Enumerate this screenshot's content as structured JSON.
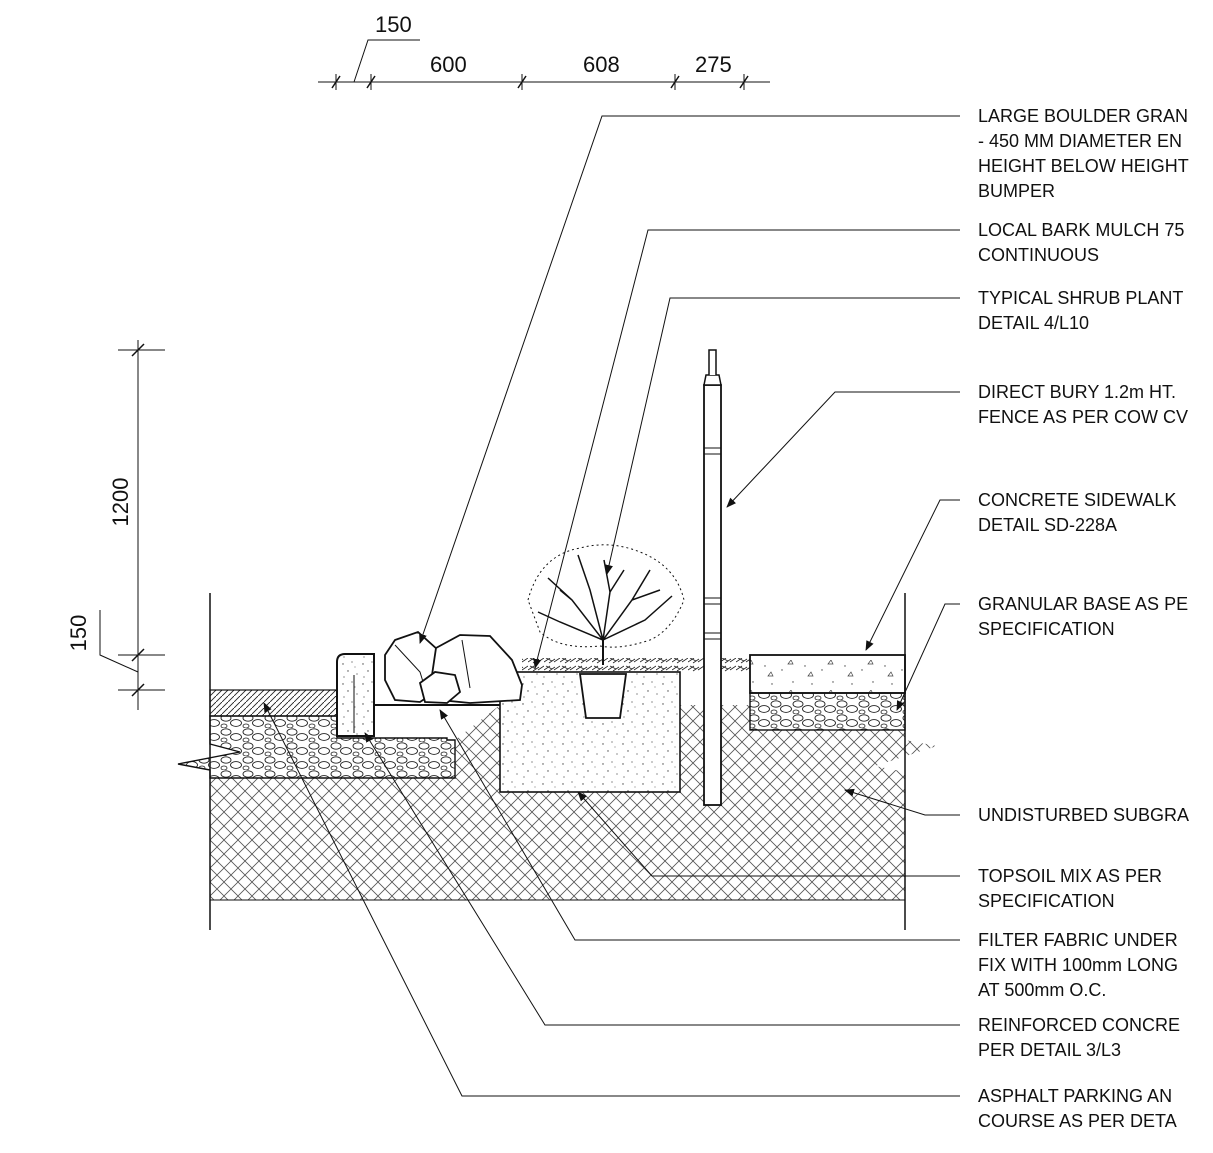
{
  "dimensions": {
    "top": [
      "150",
      "600",
      "608",
      "275"
    ],
    "height": "1200",
    "curb_height": "150"
  },
  "labels": [
    {
      "id": "boulder",
      "lines": [
        "LARGE BOULDER GRAN",
        "- 450 MM DIAMETER EN",
        "HEIGHT BELOW HEIGHT",
        "BUMPER"
      ]
    },
    {
      "id": "mulch",
      "lines": [
        "LOCAL BARK MULCH 75",
        "CONTINUOUS"
      ]
    },
    {
      "id": "shrub",
      "lines": [
        "TYPICAL SHRUB PLANT",
        "DETAIL 4/L10"
      ]
    },
    {
      "id": "fence",
      "lines": [
        "DIRECT BURY 1.2m HT.",
        "FENCE AS PER COW CV"
      ]
    },
    {
      "id": "sidewalk",
      "lines": [
        "CONCRETE SIDEWALK",
        "DETAIL SD-228A"
      ]
    },
    {
      "id": "granular",
      "lines": [
        "GRANULAR BASE AS PE",
        "SPECIFICATION"
      ]
    },
    {
      "id": "subgrade",
      "lines": [
        "UNDISTURBED SUBGRA"
      ]
    },
    {
      "id": "topsoil",
      "lines": [
        "TOPSOIL MIX AS PER",
        "SPECIFICATION"
      ]
    },
    {
      "id": "fabric",
      "lines": [
        "FILTER FABRIC UNDER",
        "FIX WITH 100mm LONG",
        "AT 500mm O.C."
      ]
    },
    {
      "id": "curb",
      "lines": [
        "REINFORCED CONCRE",
        "PER DETAIL 3/L3"
      ]
    },
    {
      "id": "asphalt",
      "lines": [
        "ASPHALT PARKING AN",
        "COURSE AS PER DETA"
      ]
    }
  ]
}
